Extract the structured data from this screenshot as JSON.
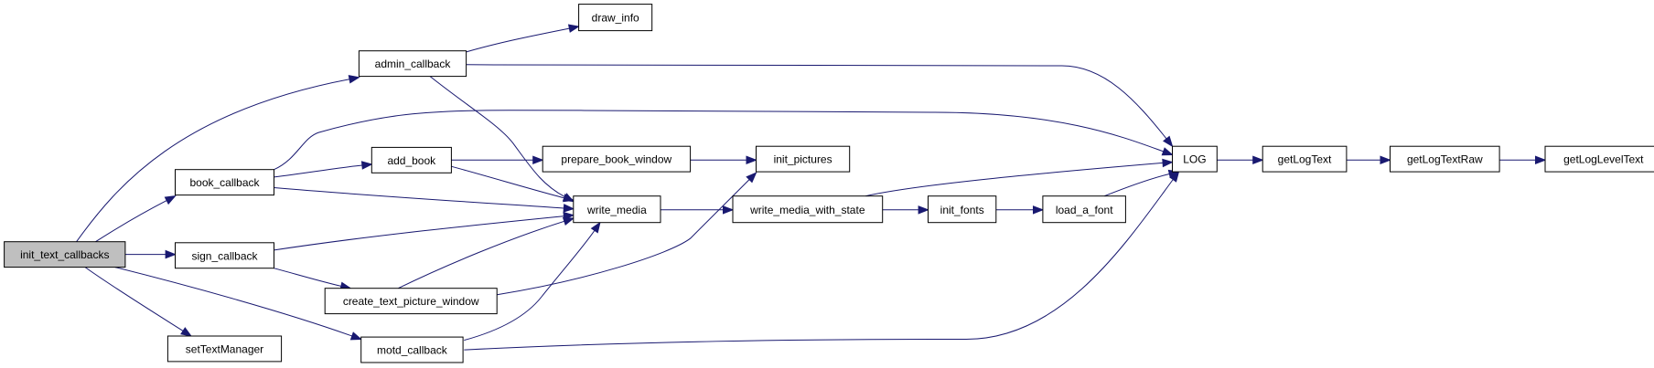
{
  "graph": {
    "root": "init_text_callbacks",
    "nodes": [
      {
        "id": "init_text_callbacks",
        "label": "init_text_callbacks",
        "root": true
      },
      {
        "id": "admin_callback",
        "label": "admin_callback"
      },
      {
        "id": "book_callback",
        "label": "book_callback"
      },
      {
        "id": "sign_callback",
        "label": "sign_callback"
      },
      {
        "id": "setTextManager",
        "label": "setTextManager"
      },
      {
        "id": "motd_callback",
        "label": "motd_callback"
      },
      {
        "id": "draw_info",
        "label": "draw_info"
      },
      {
        "id": "add_book",
        "label": "add_book"
      },
      {
        "id": "write_media",
        "label": "write_media"
      },
      {
        "id": "create_text_picture_window",
        "label": "create_text_picture_window"
      },
      {
        "id": "prepare_book_window",
        "label": "prepare_book_window"
      },
      {
        "id": "init_pictures",
        "label": "init_pictures"
      },
      {
        "id": "write_media_with_state",
        "label": "write_media_with_state"
      },
      {
        "id": "init_fonts",
        "label": "init_fonts"
      },
      {
        "id": "load_a_font",
        "label": "load_a_font"
      },
      {
        "id": "LOG",
        "label": "LOG"
      },
      {
        "id": "getLogText",
        "label": "getLogText"
      },
      {
        "id": "getLogTextRaw",
        "label": "getLogTextRaw"
      },
      {
        "id": "getLogLevelText",
        "label": "getLogLevelText"
      }
    ],
    "edges": [
      {
        "from": "init_text_callbacks",
        "to": "admin_callback"
      },
      {
        "from": "init_text_callbacks",
        "to": "book_callback"
      },
      {
        "from": "init_text_callbacks",
        "to": "sign_callback"
      },
      {
        "from": "init_text_callbacks",
        "to": "setTextManager"
      },
      {
        "from": "init_text_callbacks",
        "to": "motd_callback"
      },
      {
        "from": "admin_callback",
        "to": "draw_info"
      },
      {
        "from": "admin_callback",
        "to": "LOG"
      },
      {
        "from": "admin_callback",
        "to": "write_media"
      },
      {
        "from": "book_callback",
        "to": "LOG"
      },
      {
        "from": "book_callback",
        "to": "add_book"
      },
      {
        "from": "book_callback",
        "to": "write_media"
      },
      {
        "from": "add_book",
        "to": "prepare_book_window"
      },
      {
        "from": "add_book",
        "to": "write_media"
      },
      {
        "from": "prepare_book_window",
        "to": "init_pictures"
      },
      {
        "from": "sign_callback",
        "to": "write_media"
      },
      {
        "from": "sign_callback",
        "to": "create_text_picture_window"
      },
      {
        "from": "create_text_picture_window",
        "to": "write_media"
      },
      {
        "from": "create_text_picture_window",
        "to": "init_pictures"
      },
      {
        "from": "motd_callback",
        "to": "write_media"
      },
      {
        "from": "motd_callback",
        "to": "LOG"
      },
      {
        "from": "write_media",
        "to": "write_media_with_state"
      },
      {
        "from": "write_media_with_state",
        "to": "LOG"
      },
      {
        "from": "write_media_with_state",
        "to": "init_fonts"
      },
      {
        "from": "init_fonts",
        "to": "load_a_font"
      },
      {
        "from": "load_a_font",
        "to": "LOG"
      },
      {
        "from": "LOG",
        "to": "getLogText"
      },
      {
        "from": "getLogText",
        "to": "getLogTextRaw"
      },
      {
        "from": "getLogTextRaw",
        "to": "getLogLevelText"
      }
    ]
  }
}
